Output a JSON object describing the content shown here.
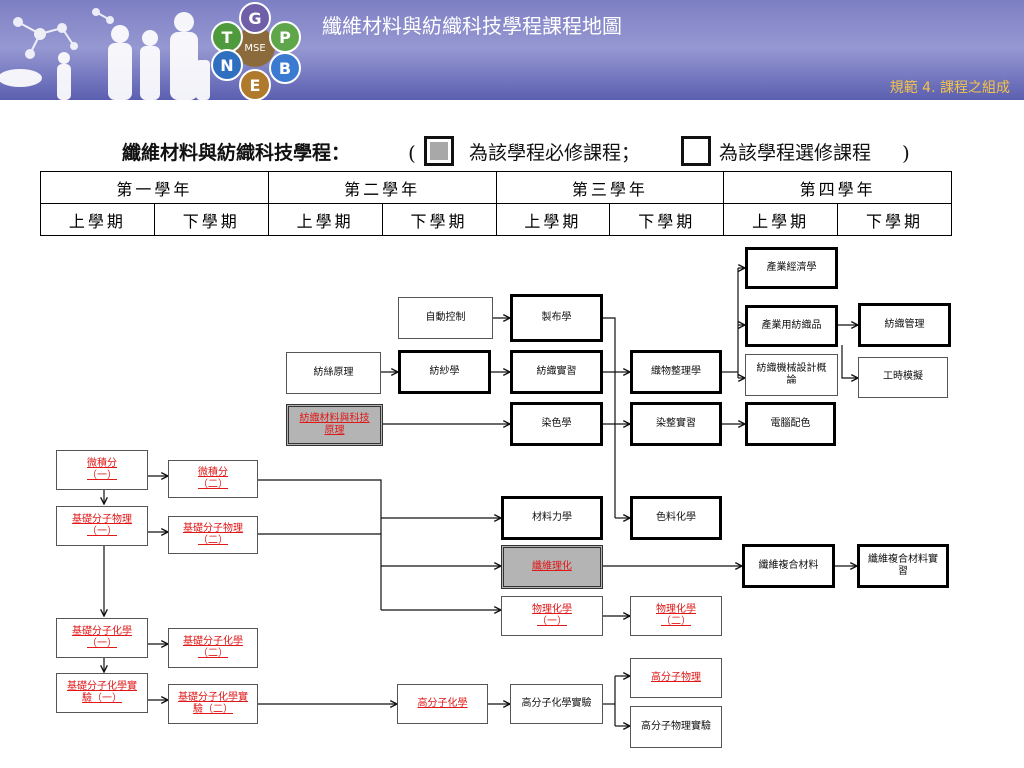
{
  "header": {
    "title": "纖維材料與紡織科技學程課程地圖",
    "subtitle": "規範 4. 課程之組成",
    "logo_letters": [
      "G",
      "T",
      "P",
      "MSE",
      "N",
      "B",
      "E"
    ]
  },
  "legend": {
    "program": "纖維材料與紡織科技學程：",
    "open_paren": "(",
    "required_text": "為該學程必修課程；",
    "elective_text": "為該學程選修課程",
    "close_paren": ")"
  },
  "years": [
    "第一學年",
    "第二學年",
    "第三學年",
    "第四學年"
  ],
  "semesters": [
    "上學期",
    "下學期",
    "上學期",
    "下學期",
    "上學期",
    "下學期",
    "上學期",
    "下學期"
  ],
  "courses": {
    "industrial_economics": "產業經濟學",
    "auto_control": "自動控制",
    "fabric": "製布學",
    "industrial_textiles": "產業用紡織品",
    "textile_management": "紡織管理",
    "fiber_principles": "紡絲原理",
    "spinning": "紡紗學",
    "textile_practice": "紡織實習",
    "finishing": "織物整理學",
    "textile_machinery": "紡織機械設計概論",
    "work_study": "工時模擬",
    "fiber_material_principles": "紡織材料與科技原理",
    "dyeing": "染色學",
    "dye_finish_practice": "染整實習",
    "computer_color": "電腦配色",
    "calculus_1": "微積分（一）",
    "calculus_2": "微積分（二）",
    "physics_1": "基礎分子物理（一）",
    "physics_2": "基礎分子物理（二）",
    "mechanics": "材料力學",
    "color_chem": "色料化學",
    "fiber_physchem": "纖維理化",
    "composites": "纖維複合材料",
    "composites_lab": "纖維複合材料實習",
    "physchem_1": "物理化學（一）",
    "physchem_2": "物理化學（二）",
    "chem_1": "基礎分子化學（一）",
    "chem_2": "基礎分子化學（二）",
    "chem_lab_1": "基礎分子化學實驗（一）",
    "chem_lab_2": "基礎分子化學實驗（二）",
    "polymer_chem": "高分子化學",
    "polymer_chem_lab": "高分子化學實驗",
    "polymer_physics": "高分子物理",
    "polymer_physics_lab": "高分子物理實驗"
  },
  "colors": {
    "banner": "#8587c8",
    "title_text": "#ffffff",
    "subtitle_text": "#f2c34a",
    "link_red": "#e01818",
    "required_fill": "#b4b4b4"
  }
}
